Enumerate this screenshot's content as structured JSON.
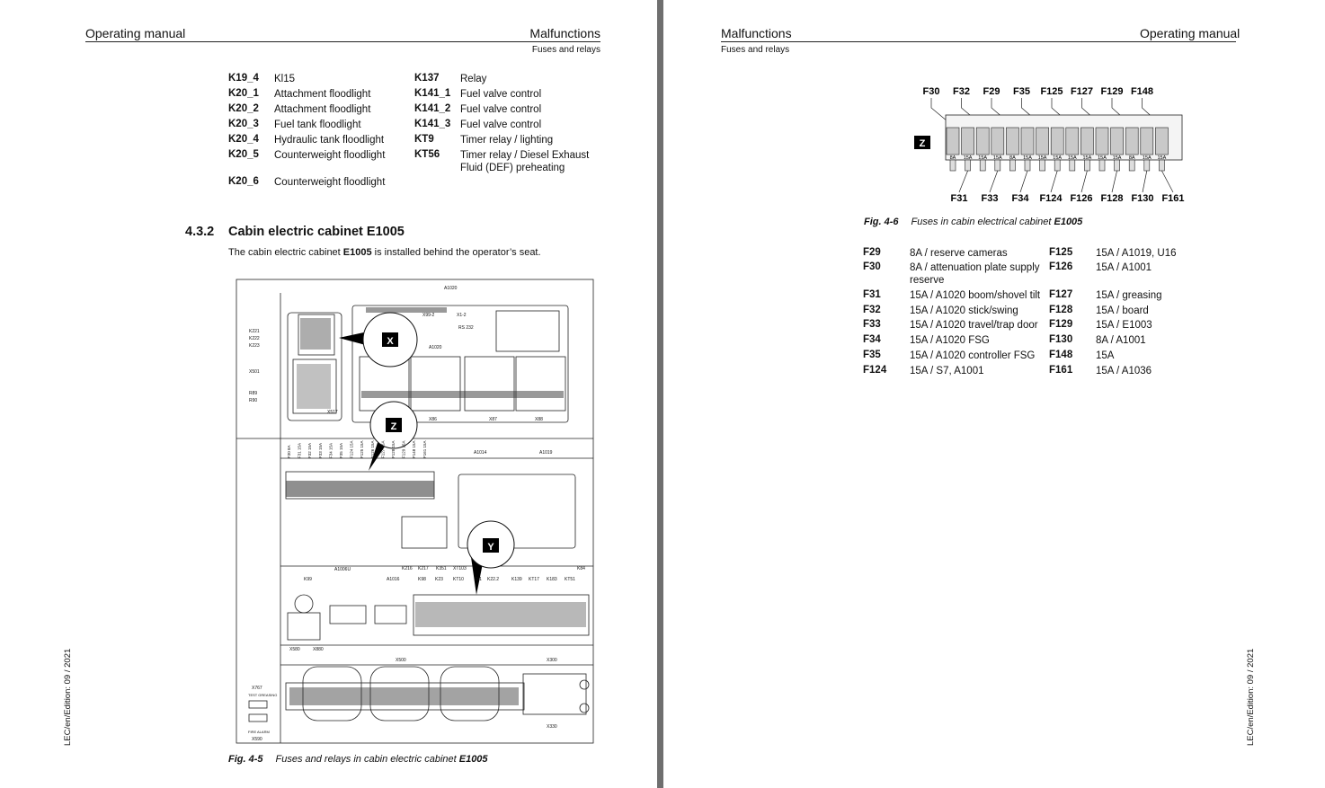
{
  "left_page": {
    "header_left": "Operating manual",
    "header_right": "Malfunctions",
    "subheader": "Fuses and relays",
    "side_text": "LEC/en/Edition: 09 / 2021",
    "relays_col1": [
      {
        "code": "K19_4",
        "desc": "Kl15"
      },
      {
        "code": "K20_1",
        "desc": "Attachment floodlight"
      },
      {
        "code": "K20_2",
        "desc": "Attachment floodlight"
      },
      {
        "code": "K20_3",
        "desc": "Fuel tank floodlight"
      },
      {
        "code": "K20_4",
        "desc": "Hydraulic tank floodlight"
      },
      {
        "code": "K20_5",
        "desc": "Counterweight floodlight"
      },
      {
        "code": "K20_6",
        "desc": "Counterweight floodlight"
      }
    ],
    "relays_col2": [
      {
        "code": "K137",
        "desc": "Relay"
      },
      {
        "code": "K141_1",
        "desc": "Fuel valve control"
      },
      {
        "code": "K141_2",
        "desc": "Fuel valve control"
      },
      {
        "code": "K141_3",
        "desc": "Fuel valve control"
      },
      {
        "code": "KT9",
        "desc": "Timer relay / lighting"
      },
      {
        "code": "KT56",
        "desc": "Timer relay / Diesel Exhaust",
        "desc2": "Fluid (DEF) preheating"
      }
    ],
    "section_number": "4.3.2",
    "section_title": "Cabin electric cabinet E1005",
    "body_pre": "The cabin electric cabinet ",
    "body_bold": "E1005",
    "body_post": " is installed behind the operator’s seat.",
    "figure_label": "Fig. 4-5",
    "figure_caption": "Fuses and relays in cabin electric cabinet ",
    "figure_caption_bold": "E1005",
    "diagram": {
      "callout_x": "X",
      "callout_z": "Z",
      "callout_y": "Y",
      "left_labels": [
        "K221",
        "K222",
        "K223",
        "X501",
        "R89",
        "R90"
      ],
      "a1020_top": "A1020",
      "a1020_center": "A1020",
      "x99_2": "X99-2",
      "x1_2": "X1-2",
      "rs232": "RS 232",
      "x517": "X517",
      "x86": "X86",
      "x87": "X87",
      "x88": "X88",
      "a1014": "A1014",
      "a1019": "A1019",
      "fuse_labels": [
        "F30 8A",
        "F31 15A",
        "F32 15A",
        "F33 15A",
        "F34 15A",
        "F35 15A",
        "F124 15A",
        "F125 15A",
        "F126 15A",
        "F127 15A",
        "F128 15A",
        "F129 15A",
        "F148 15A",
        "F161 15A"
      ],
      "a1006": "A1006U",
      "a1016": "A1016",
      "k99": "K99",
      "relay_row1": [
        "K216",
        "K217",
        "K351",
        "XT103"
      ],
      "relay_row2": [
        "K98",
        "K23",
        "KT10",
        "2.1",
        "K22.2",
        "K139",
        "KT17",
        "K183",
        "KT51"
      ],
      "k84": "K84",
      "x580": "X580",
      "x880": "X880",
      "x500": "X500",
      "x300": "X300",
      "x330": "X330",
      "x767": "X767",
      "test_greasing": "TEST GREASING",
      "fire_alarm": "FIRE ALARM",
      "x590": "X590"
    }
  },
  "right_page": {
    "header_left": "Malfunctions",
    "header_right": "Operating manual",
    "subheader": "Fuses and relays",
    "side_text": "LEC/en/Edition: 09 / 2021",
    "fuse_top_labels": [
      "F30",
      "F32",
      "F29",
      "F35",
      "F125",
      "F127",
      "F129",
      "F148"
    ],
    "fuse_bottom_labels": [
      "F31",
      "F33",
      "F34",
      "F124",
      "F126",
      "F128",
      "F130",
      "F161"
    ],
    "fuse_ratings": [
      "8A",
      "15A",
      "15A",
      "15A",
      "8A",
      "15A",
      "15A",
      "15A",
      "15A",
      "15A",
      "15A",
      "15A",
      "8A",
      "15A",
      "15A"
    ],
    "zone_label": "Z",
    "figure_label": "Fig. 4-6",
    "figure_caption": "Fuses in cabin electrical cabinet ",
    "figure_caption_bold": "E1005",
    "fuses_col1": [
      {
        "code": "F29",
        "desc": "8A / reserve cameras"
      },
      {
        "code": "F30",
        "desc": "8A / attenuation plate supply",
        "desc2": "reserve"
      },
      {
        "code": "F31",
        "desc": "15A / A1020 boom/shovel tilt"
      },
      {
        "code": "F32",
        "desc": "15A / A1020 stick/swing"
      },
      {
        "code": "F33",
        "desc": "15A / A1020 travel/trap door"
      },
      {
        "code": "F34",
        "desc": "15A / A1020 FSG"
      },
      {
        "code": "F35",
        "desc": "15A / A1020 controller FSG"
      },
      {
        "code": "F124",
        "desc": "15A / S7, A1001"
      }
    ],
    "fuses_col2": [
      {
        "code": "F125",
        "desc": "15A / A1019, U16"
      },
      {
        "code": "F126",
        "desc": "15A / A1001"
      },
      {
        "code": "F127",
        "desc": "15A / greasing"
      },
      {
        "code": "F128",
        "desc": "15A / board"
      },
      {
        "code": "F129",
        "desc": "15A / E1003"
      },
      {
        "code": "F130",
        "desc": "8A / A1001"
      },
      {
        "code": "F148",
        "desc": "15A"
      },
      {
        "code": "F161",
        "desc": "15A / A1036"
      }
    ]
  }
}
